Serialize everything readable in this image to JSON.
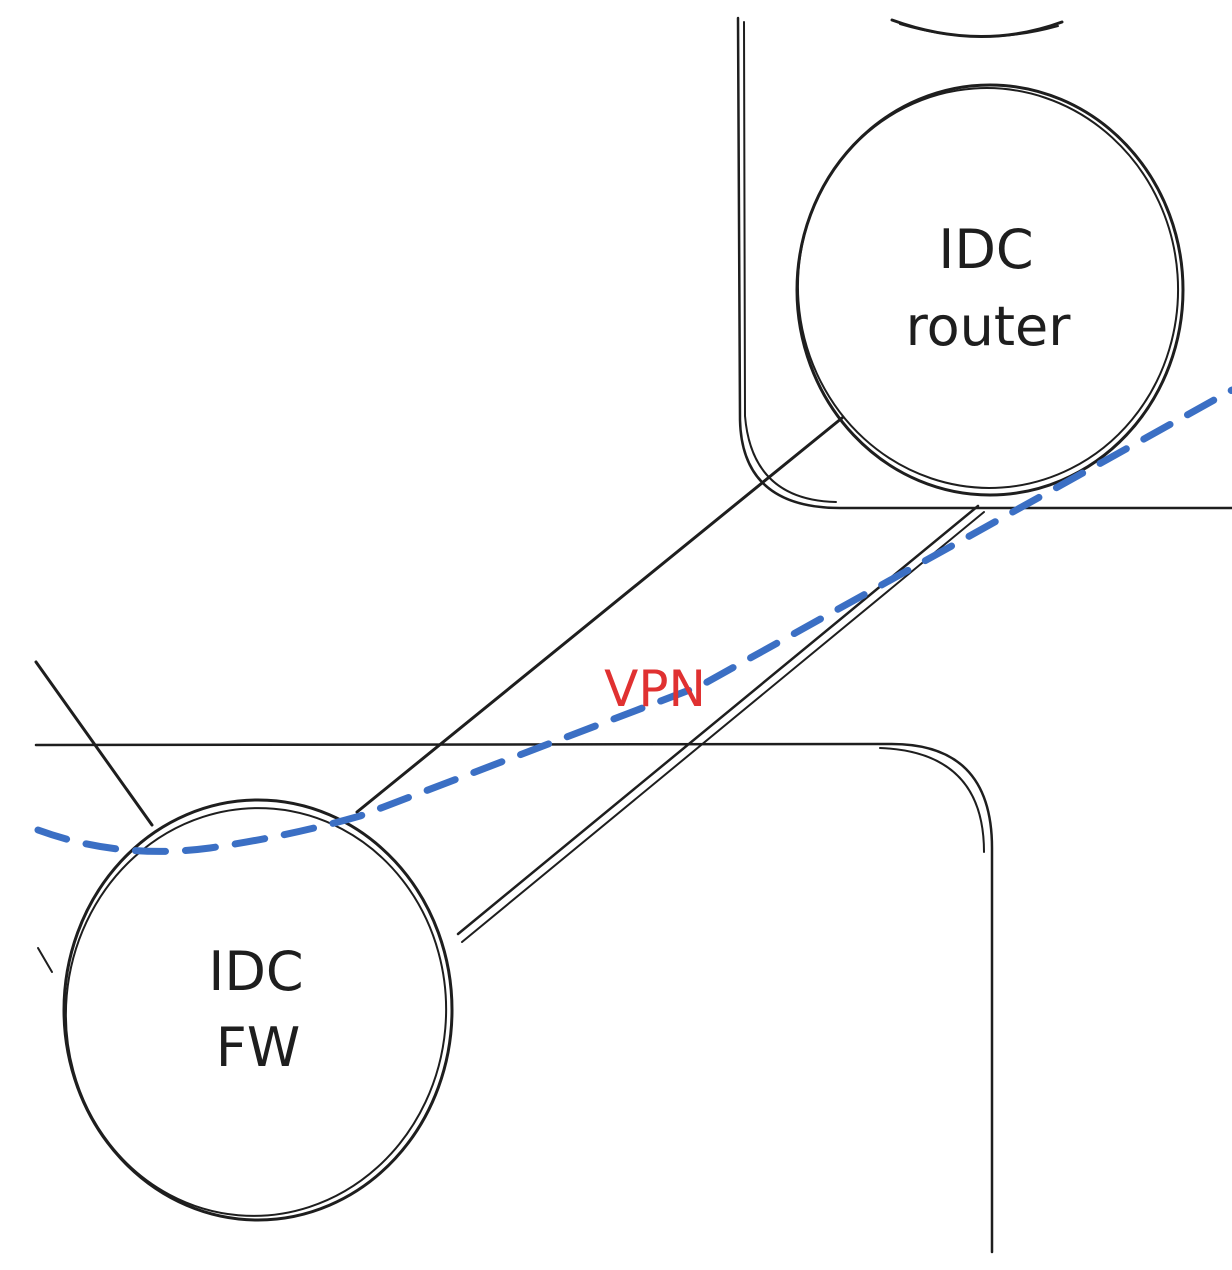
{
  "nodes": {
    "idc_router": {
      "line1": "IDC",
      "line2": "router"
    },
    "idc_fw": {
      "line1": "IDC",
      "line2": "FW"
    }
  },
  "vpn": {
    "label": "VPN"
  },
  "colors": {
    "stroke": "#1e1e1e",
    "vpn_line": "#3b6fc4",
    "vpn_text": "#e03131"
  }
}
